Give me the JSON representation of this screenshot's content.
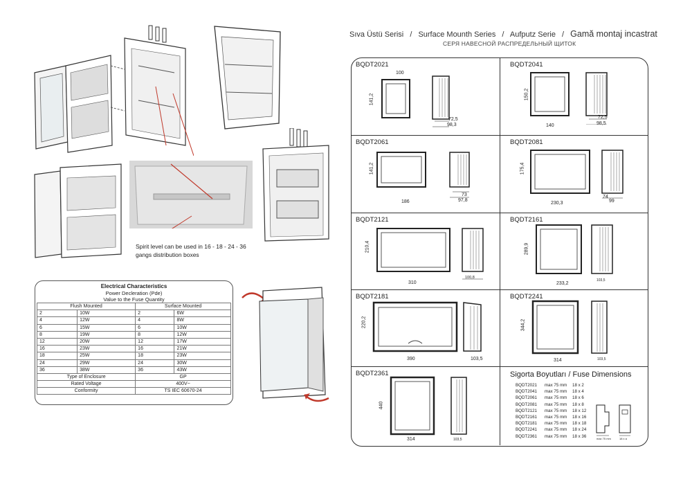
{
  "caption": {
    "line1": "Spirit level can be used in 16 - 18 - 24 - 36",
    "line2": "gangs distribution boxes"
  },
  "electrical": {
    "title": "Electrical Characteristics",
    "subtitle1": "Power Decleration (Pde)",
    "subtitle2": "Value to the Fuse Quantity",
    "flush_header": "Flush Mounted",
    "surface_header": "Surface Mounted",
    "rows": [
      {
        "fg": "2",
        "fw": "10W",
        "sg": "2",
        "sw": "6W"
      },
      {
        "fg": "4",
        "fw": "12W",
        "sg": "4",
        "sw": "8W"
      },
      {
        "fg": "6",
        "fw": "15W",
        "sg": "6",
        "sw": "10W"
      },
      {
        "fg": "8",
        "fw": "19W",
        "sg": "8",
        "sw": "12W"
      },
      {
        "fg": "12",
        "fw": "20W",
        "sg": "12",
        "sw": "17W"
      },
      {
        "fg": "16",
        "fw": "23W",
        "sg": "16",
        "sw": "21W"
      },
      {
        "fg": "18",
        "fw": "25W",
        "sg": "18",
        "sw": "23W"
      },
      {
        "fg": "24",
        "fw": "29W",
        "sg": "24",
        "sw": "30W"
      },
      {
        "fg": "36",
        "fw": "38W",
        "sg": "36",
        "sw": "43W"
      }
    ],
    "enclosure_label": "Type of Enclosure",
    "enclosure_value": "GP",
    "voltage_label": "Rated Voltage",
    "voltage_value": "400V~",
    "conformity_label": "Conformity",
    "conformity_value": "TS IEC 60670-24"
  },
  "header": {
    "t1": "Sıva Üstü Serisi",
    "t2": "Surface Mounth Series",
    "t3": "Aufputz Serie",
    "t4": "Gamă montaj incastrat",
    "sep": "/",
    "ru": "СЕРЯ НАВЕСНОЙ РАСПРЕДЕЛЬНЫЙ ЩИТОК"
  },
  "models": {
    "bqdt2021": {
      "name": "BQDT2021",
      "w": "100",
      "h": "141,2",
      "d1": "72,5",
      "d2": "98,3"
    },
    "bqdt2041": {
      "name": "BQDT2041",
      "w": "140",
      "h": "150,2",
      "d1": "72,5",
      "d2": "98,5"
    },
    "bqdt2061": {
      "name": "BQDT2061",
      "w": "186",
      "h": "141,2",
      "d1": "73",
      "d2": "97,8"
    },
    "bqdt2081": {
      "name": "BQDT2081",
      "w": "230,3",
      "h": "175,4",
      "d1": "74",
      "d2": "99"
    },
    "bqdt2121": {
      "name": "BQDT2121",
      "w": "310",
      "h": "210,4",
      "d1": "",
      "d2": "100,8"
    },
    "bqdt2161": {
      "name": "BQDT2161",
      "w": "233,2",
      "h": "289,9",
      "d1": "",
      "d2": "103,5"
    },
    "bqdt2181": {
      "name": "BQDT2181",
      "w": "390",
      "h": "220,2",
      "d1": "",
      "d2": "103,5"
    },
    "bqdt2241": {
      "name": "BQDT2241",
      "w": "314",
      "h": "344,2",
      "d1": "",
      "d2": "103,5"
    },
    "bqdt2361": {
      "name": "BQDT2361",
      "w": "314",
      "h": "440",
      "d1": "",
      "d2": "103,5"
    }
  },
  "fuse": {
    "title": "Sigorta Boyutları / Fuse Dimensions",
    "rows": [
      {
        "model": "BQDT2021",
        "max": "max 75 mm",
        "qty": "18 x 2"
      },
      {
        "model": "BQDT2041",
        "max": "max 75 mm",
        "qty": "18 x 4"
      },
      {
        "model": "BQDT2061",
        "max": "max 75 mm",
        "qty": "18 x 6"
      },
      {
        "model": "BQDT2081",
        "max": "max 75 mm",
        "qty": "18 x 8"
      },
      {
        "model": "BQDT2121",
        "max": "max 75 mm",
        "qty": "18 x 12"
      },
      {
        "model": "BQDT2161",
        "max": "max 75 mm",
        "qty": "18 x 16"
      },
      {
        "model": "BQDT2181",
        "max": "max 75 mm",
        "qty": "18 x 18"
      },
      {
        "model": "BQDT2241",
        "max": "max 75 mm",
        "qty": "18 x 24"
      },
      {
        "model": "BQDT2361",
        "max": "max 75 mm",
        "qty": "18 x 36"
      }
    ],
    "fig_label1": "max 75 mm",
    "fig_label2": "18 x a"
  },
  "colors": {
    "arrow_red": "#c0392b",
    "line": "#333333"
  }
}
